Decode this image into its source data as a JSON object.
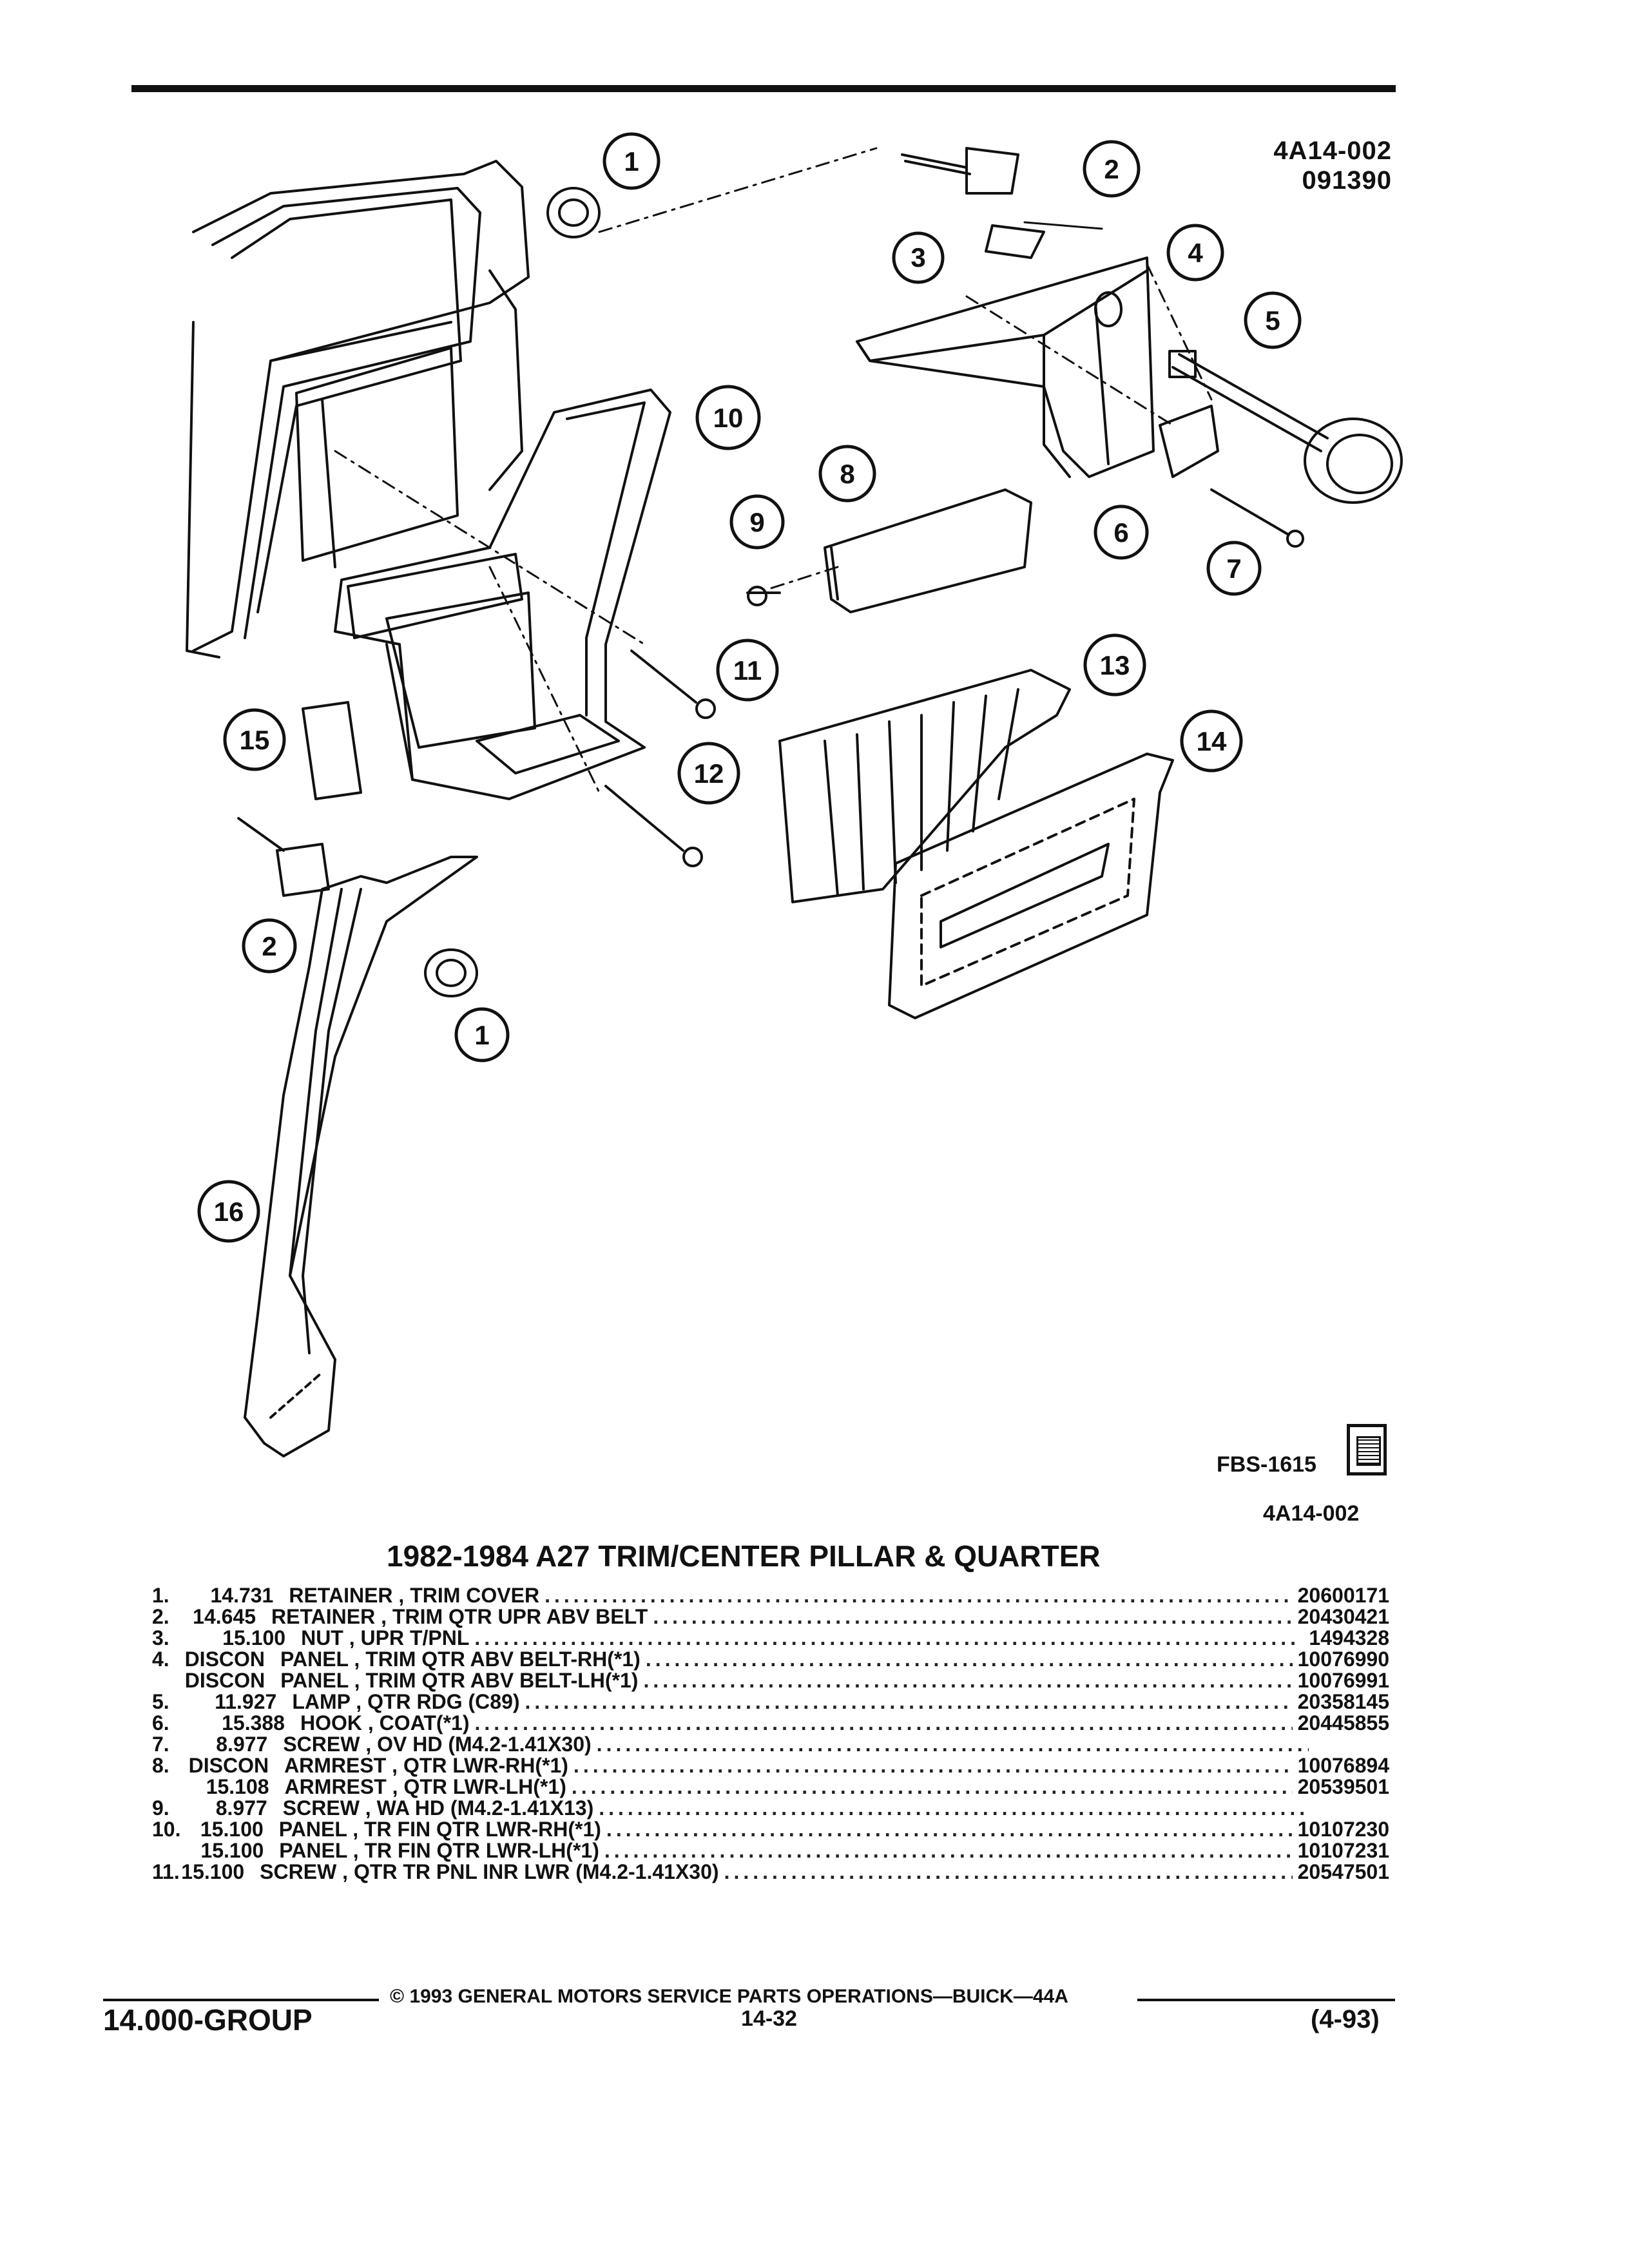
{
  "header": {
    "figure_code": "4A14-002",
    "date_code": "091390"
  },
  "figure": {
    "callouts": [
      "1",
      "2",
      "3",
      "4",
      "5",
      "6",
      "7",
      "8",
      "9",
      "10",
      "11",
      "12",
      "13",
      "14",
      "15",
      "16",
      "2",
      "1"
    ],
    "figure_id": "FBS-1615",
    "page_ref": "4A14-002"
  },
  "title": "1982-1984 A27 TRIM/CENTER PILLAR & QUARTER",
  "parts": [
    {
      "num": "1.",
      "group": "14.731",
      "desc": "RETAINER , TRIM COVER",
      "pn": "20600171"
    },
    {
      "num": "2.",
      "group": "14.645",
      "desc": "RETAINER , TRIM QTR UPR ABV BELT",
      "pn": "20430421"
    },
    {
      "num": "3.",
      "group": "15.100",
      "desc": "NUT , UPR T/PNL",
      "pn": "1494328"
    },
    {
      "num": "4.",
      "group": "DISCON",
      "desc": "PANEL , TRIM QTR ABV BELT-RH(*1)",
      "pn": "10076990"
    },
    {
      "num": "",
      "group": "DISCON",
      "desc": "PANEL , TRIM QTR ABV BELT-LH(*1)",
      "pn": "10076991"
    },
    {
      "num": "5.",
      "group": "11.927",
      "desc": "LAMP , QTR RDG (C89)",
      "pn": "20358145"
    },
    {
      "num": "6.",
      "group": "15.388",
      "desc": "HOOK , COAT(*1)",
      "pn": "20445855"
    },
    {
      "num": "7.",
      "group": "8.977",
      "desc": "SCREW , OV HD (M4.2-1.41X30)",
      "pn": ""
    },
    {
      "num": "8.",
      "group": "DISCON",
      "desc": "ARMREST , QTR LWR-RH(*1)",
      "pn": "10076894"
    },
    {
      "num": "",
      "group": "15.108",
      "desc": "ARMREST , QTR LWR-LH(*1)",
      "pn": "20539501"
    },
    {
      "num": "9.",
      "group": "8.977",
      "desc": "SCREW , WA HD (M4.2-1.41X13)",
      "pn": ""
    },
    {
      "num": "10.",
      "group": "15.100",
      "desc": "PANEL , TR FIN QTR LWR-RH(*1)",
      "pn": "10107230"
    },
    {
      "num": "",
      "group": "15.100",
      "desc": "PANEL , TR FIN QTR LWR-LH(*1)",
      "pn": "10107231"
    },
    {
      "num": "11.",
      "group": "15.100",
      "desc": "SCREW , QTR TR PNL INR LWR (M4.2-1.41X30)",
      "pn": "20547501"
    }
  ],
  "footer": {
    "copyright": "© 1993 GENERAL MOTORS SERVICE PARTS OPERATIONS—BUICK—44A",
    "group": "14.000-GROUP",
    "page": "14-32",
    "date": "(4-93)"
  }
}
